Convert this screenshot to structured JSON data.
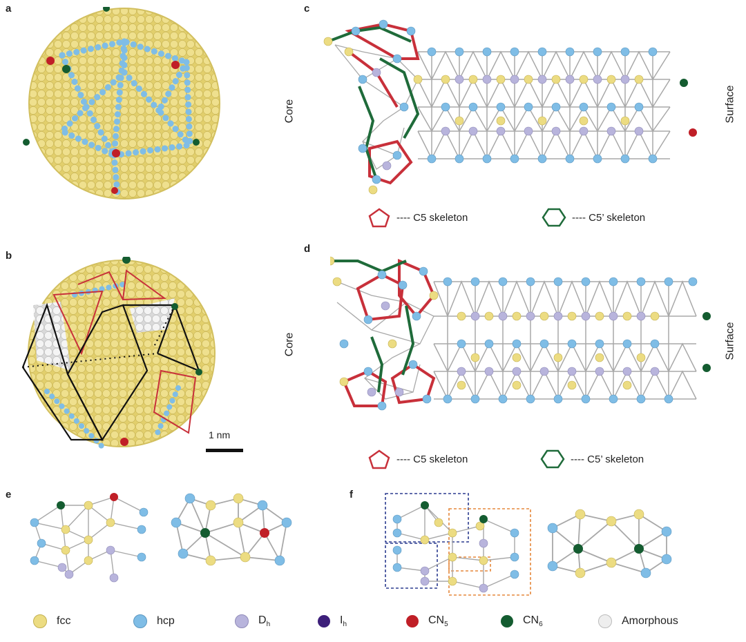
{
  "panels": {
    "a": "a",
    "b": "b",
    "c": "c",
    "d": "d",
    "e": "e",
    "f": "f"
  },
  "side_labels": {
    "core": "Core",
    "surface": "Surface"
  },
  "skeleton_legend": {
    "c5": "---- C5 skeleton",
    "c5p": "---- C5’ skeleton"
  },
  "scale_bar": "1 nm",
  "legend": [
    {
      "name": "fcc",
      "sub": "",
      "color": "#ecdc82"
    },
    {
      "name": "hcp",
      "sub": "",
      "color": "#7fbde6"
    },
    {
      "name": "D",
      "sub": "h",
      "color": "#b8b4dc"
    },
    {
      "name": "I",
      "sub": "h",
      "color": "#3d1f7a"
    },
    {
      "name": "CN",
      "sub": "5",
      "color": "#c01f27"
    },
    {
      "name": "CN",
      "sub": "6",
      "color": "#145c30"
    },
    {
      "name": "Amorphous",
      "sub": "",
      "color": "#eeeeee"
    }
  ],
  "colors": {
    "fcc": "#ecdc82",
    "hcp": "#7fbde6",
    "dh": "#b8b4dc",
    "ih": "#3d1f7a",
    "cn5": "#c01f27",
    "cn6": "#145c30",
    "amorphous": "#eeeeee",
    "c5_skeleton": "#c8303a",
    "c5p_skeleton": "#1f6b3a",
    "bond": "#a8a8a8"
  }
}
